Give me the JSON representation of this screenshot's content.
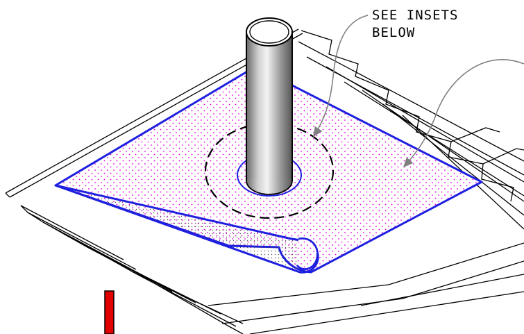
{
  "callout": {
    "line1": "SEE INSETS",
    "line2": "BELOW"
  },
  "colors": {
    "membrane_outline": "#1f1fe0",
    "membrane_dots": "#e000e0",
    "deck_lines": "#000000",
    "pipe_fill": "#cfcfcf",
    "leader": "#808080",
    "marker": "#e00000"
  },
  "icons": {
    "membrane_dots": "dot-pattern",
    "curl_underside": "gray-dot-pattern"
  }
}
